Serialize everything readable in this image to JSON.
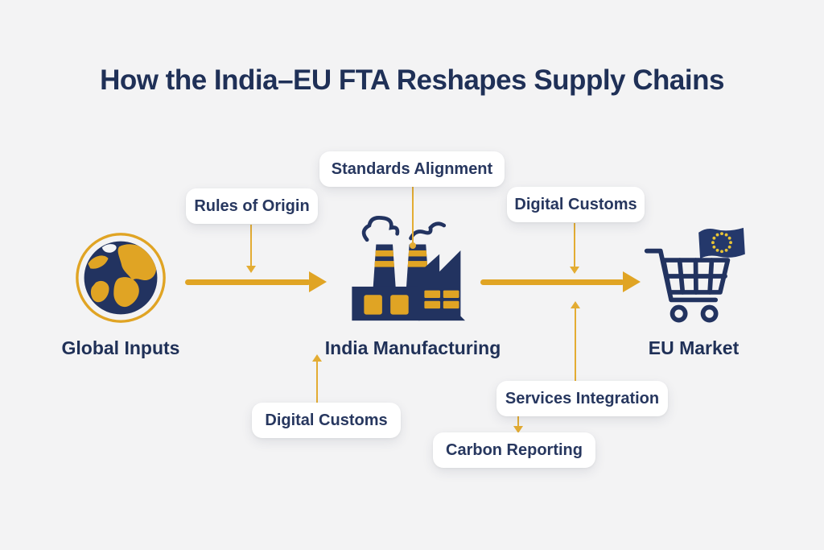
{
  "title": "How the India–EU FTA Reshapes Supply Chains",
  "colors": {
    "background": "#F3F3F4",
    "navy": "#1F3057",
    "gold": "#E0A424",
    "card": "#FFFFFF",
    "eu_flag_blue": "#24386B",
    "eu_star_gold": "#E8C436"
  },
  "nodes": {
    "global_inputs": {
      "label": "Global Inputs",
      "icon": "globe"
    },
    "india_manufacturing": {
      "label": "India Manufacturing",
      "icon": "factory"
    },
    "eu_market": {
      "label": "EU Market",
      "icon": "shopping-cart-with-eu-flag"
    }
  },
  "flow": [
    {
      "from": "global_inputs",
      "to": "india_manufacturing"
    },
    {
      "from": "india_manufacturing",
      "to": "eu_market"
    }
  ],
  "callouts": {
    "standards_alignment": {
      "label": "Standards Alignment"
    },
    "rules_of_origin": {
      "label": "Rules of Origin"
    },
    "digital_customs_top": {
      "label": "Digital Customs"
    },
    "digital_customs_bottom": {
      "label": "Digital Customs"
    },
    "services_integration": {
      "label": "Services Integration"
    },
    "carbon_reporting": {
      "label": "Carbon Reporting"
    }
  }
}
